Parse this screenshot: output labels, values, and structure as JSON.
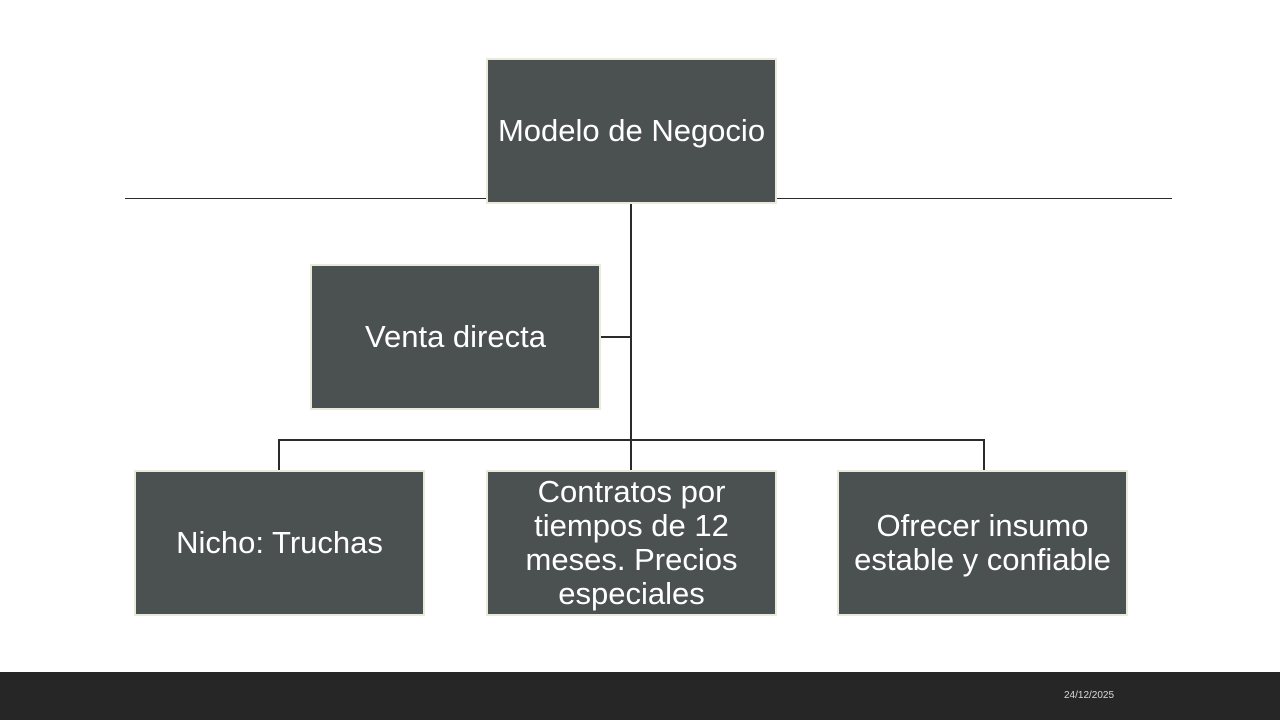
{
  "diagram": {
    "root": {
      "label": "Modelo de Negocio"
    },
    "side": {
      "label": "Venta directa"
    },
    "children": [
      {
        "label": "Nicho: Truchas"
      },
      {
        "label": "Contratos por tiempos de 12 meses. Precios especiales"
      },
      {
        "label": "Ofrecer insumo estable y confiable"
      }
    ]
  },
  "footer": {
    "date": "24/12/2025"
  },
  "colors": {
    "node_fill": "#4b5150",
    "node_border": "#e9ead9",
    "connector": "#2b2b2b",
    "footer_bar": "#262626"
  }
}
